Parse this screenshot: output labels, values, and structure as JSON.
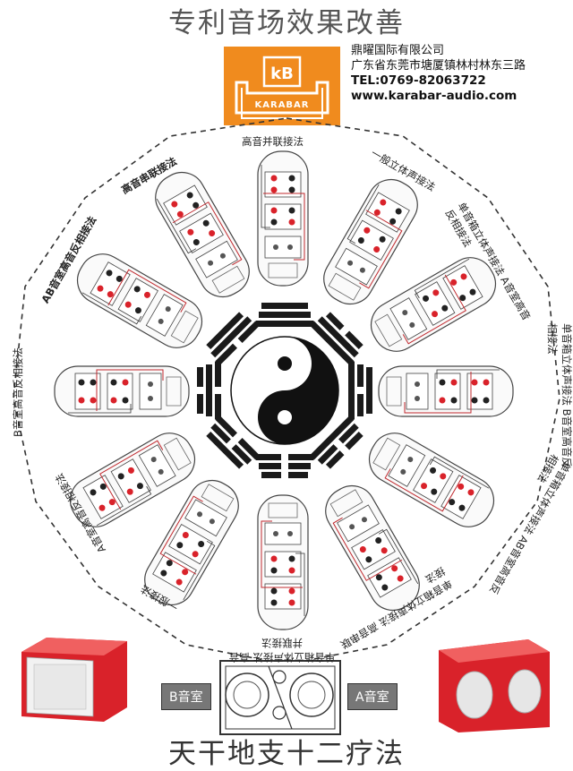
{
  "title_top": "专利音场效果改善",
  "title_bottom": "天干地支十二疗法",
  "logo": {
    "mark": "kB",
    "brand": "KARABAR"
  },
  "company": {
    "name": "鼎曜国际有限公司",
    "address": "广东省东莞市塘厦镇林村林东三路",
    "tel": "TEL:0769-82063722",
    "web": "www.karabar-audio.com"
  },
  "methods": [
    {
      "id": "m1",
      "label": "高音并联接法"
    },
    {
      "id": "m2",
      "label": "一般立体声接法"
    },
    {
      "id": "m3",
      "label": "单音箱立体声接法 A音室高音反相接法"
    },
    {
      "id": "m4",
      "label": "单音箱立体声接法 B音室高音反相接法"
    },
    {
      "id": "m5",
      "label": "单音箱立体声接法 AB音室高音反相接法"
    },
    {
      "id": "m6",
      "label": "单音箱立体声接法 高音串联接法"
    },
    {
      "id": "m7",
      "label": "单音箱立体声接法 高音并联接法"
    },
    {
      "id": "m8",
      "label": "一般接法"
    },
    {
      "id": "m9",
      "label": "A音室高音反相接法"
    },
    {
      "id": "m10",
      "label": "B音室高音反相接法"
    },
    {
      "id": "m11",
      "label": "AB音室高音反相接法"
    },
    {
      "id": "m12",
      "label": "高音串联接法"
    }
  ],
  "plate_brand": "Karabar",
  "rooms": {
    "b": "B音室",
    "a": "A音室"
  },
  "colors": {
    "logo_orange": "#f08b1e",
    "speaker_red": "#d9222a",
    "room_label_bg": "#777777"
  }
}
